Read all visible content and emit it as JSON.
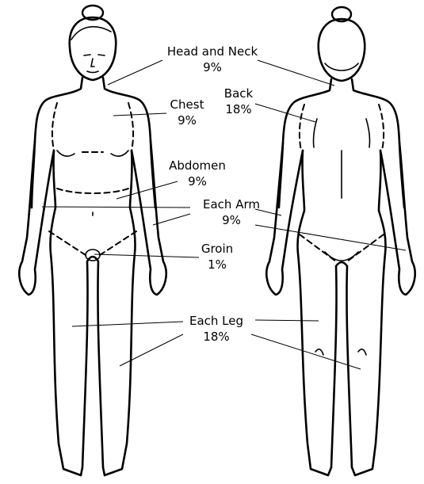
{
  "regions": {
    "head_neck": {
      "name": "Head and Neck",
      "percent": "9%"
    },
    "back": {
      "name": "Back",
      "percent": "18%"
    },
    "chest": {
      "name": "Chest",
      "percent": "9%"
    },
    "abdomen": {
      "name": "Abdomen",
      "percent": "9%"
    },
    "arm": {
      "name": "Each Arm",
      "percent": "9%"
    },
    "groin": {
      "name": "Groin",
      "percent": "1%"
    },
    "leg": {
      "name": "Each Leg",
      "percent": "18%"
    }
  }
}
